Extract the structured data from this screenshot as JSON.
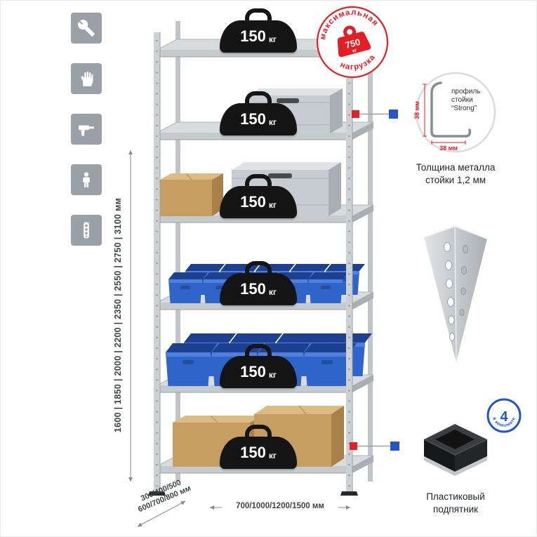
{
  "colors": {
    "accent_red": "#e31e24",
    "accent_blue": "#2456c8",
    "icon_bg": "#9aa1a6",
    "weight_black": "#151515",
    "bin_blue": "#2f65c8",
    "box_brown": "#c79e62",
    "metal_light": "#d8dcdf"
  },
  "left_icons": [
    {
      "name": "wrench"
    },
    {
      "name": "gloves"
    },
    {
      "name": "drill"
    },
    {
      "name": "person"
    },
    {
      "name": "power-strip"
    }
  ],
  "rack": {
    "shelf_count": 6,
    "shelf_load": {
      "value": "150",
      "unit": "кг"
    }
  },
  "stamp": {
    "arc_top": "максимальная",
    "arc_bottom": "нагрузка",
    "weight_value": "750",
    "weight_unit": "кг"
  },
  "dimensions": {
    "height": "1600 | 1850 | 2000 | 2200 | 2350 | 2550 | 2750 | 3100 мм",
    "depth_line1": "300/400/500",
    "depth_line2": "600/700/800 мм",
    "width": "700/1000/1200/1500 мм"
  },
  "profile_callout": {
    "label_line1": "профиль",
    "label_line2": "стойки",
    "label_line3": "“Strong”",
    "dim_side": "38 мм",
    "dim_bottom": "38 мм",
    "caption_line1": "Толщина металла",
    "caption_line2": "стойки 1,2 мм"
  },
  "foot_callout": {
    "badge_value": "4",
    "badge_arc": "в комплекте",
    "caption_line1": "Пластиковый",
    "caption_line2": "подпятник"
  }
}
